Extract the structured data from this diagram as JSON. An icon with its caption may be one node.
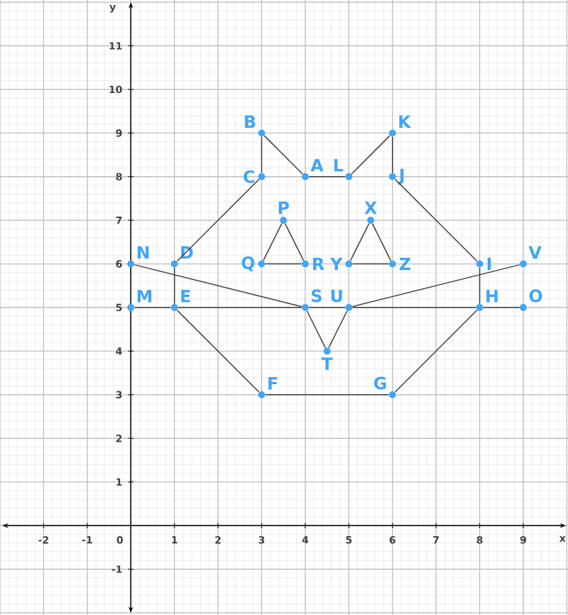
{
  "diagram": {
    "nodes": [
      {
        "text": [
          "B"
        ]
      },
      {
        "text": [
          "K"
        ]
      },
      {
        "text": [
          "C"
        ]
      },
      {
        "text": [
          "A"
        ]
      },
      {
        "text": [
          "L"
        ]
      },
      {
        "text": [
          "J"
        ]
      },
      {
        "text": [
          "P"
        ]
      },
      {
        "text": [
          "X"
        ]
      },
      {
        "text": [
          "N"
        ]
      },
      {
        "text": [
          "D"
        ]
      },
      {
        "text": [
          "Q"
        ]
      },
      {
        "text": [
          "R"
        ]
      },
      {
        "text": [
          "Y"
        ]
      },
      {
        "text": [
          "Z"
        ]
      },
      {
        "text": [
          "I"
        ]
      },
      {
        "text": [
          "V"
        ]
      },
      {
        "text": [
          "M"
        ]
      },
      {
        "text": [
          "E"
        ]
      },
      {
        "text": [
          "S"
        ]
      },
      {
        "text": [
          "U"
        ]
      },
      {
        "text": [
          "H"
        ]
      },
      {
        "text": [
          "O"
        ]
      },
      {
        "text": [
          "T"
        ]
      },
      {
        "text": [
          "F"
        ]
      },
      {
        "text": [
          "G"
        ]
      }
    ],
    "edges": [
      {
        "from": 0,
        "to": 2,
        "arrow": "none"
      },
      {
        "from": 0,
        "to": 3,
        "arrow": "none"
      },
      {
        "from": 3,
        "to": 4,
        "arrow": "none"
      },
      {
        "from": 4,
        "to": 1,
        "arrow": "none"
      },
      {
        "from": 1,
        "to": 5,
        "arrow": "none"
      },
      {
        "from": 2,
        "to": 9,
        "arrow": "none"
      },
      {
        "from": 5,
        "to": 14,
        "arrow": "none"
      },
      {
        "from": 6,
        "to": 10,
        "arrow": "none"
      },
      {
        "from": 10,
        "to": 11,
        "arrow": "none"
      },
      {
        "from": 11,
        "to": 6,
        "arrow": "none"
      },
      {
        "from": 7,
        "to": 12,
        "arrow": "none"
      },
      {
        "from": 12,
        "to": 13,
        "arrow": "none"
      },
      {
        "from": 13,
        "to": 7,
        "arrow": "none"
      },
      {
        "from": 8,
        "to": 18,
        "arrow": "none"
      },
      {
        "from": 9,
        "to": 17,
        "arrow": "none"
      },
      {
        "from": 16,
        "to": 17,
        "arrow": "none"
      },
      {
        "from": 17,
        "to": 18,
        "arrow": "none"
      },
      {
        "from": 18,
        "to": 19,
        "arrow": "none"
      },
      {
        "from": 19,
        "to": 20,
        "arrow": "none"
      },
      {
        "from": 20,
        "to": 21,
        "arrow": "none"
      },
      {
        "from": 18,
        "to": 22,
        "arrow": "none"
      },
      {
        "from": 22,
        "to": 19,
        "arrow": "none"
      },
      {
        "from": 19,
        "to": 15,
        "arrow": "none"
      },
      {
        "from": 14,
        "to": 20,
        "arrow": "none"
      },
      {
        "from": 17,
        "to": 23,
        "arrow": "none"
      },
      {
        "from": 23,
        "to": 24,
        "arrow": "none"
      },
      {
        "from": 24,
        "to": 20,
        "arrow": "none"
      }
    ],
    "labels": [
      "y",
      "11",
      "10",
      "9",
      "8",
      "7",
      "6",
      "5",
      "4",
      "3",
      "2",
      "1",
      "-2",
      "-1",
      "0",
      "1",
      "2",
      "3",
      "4",
      "5",
      "6",
      "7",
      "8",
      "9",
      "x",
      "-1"
    ]
  }
}
